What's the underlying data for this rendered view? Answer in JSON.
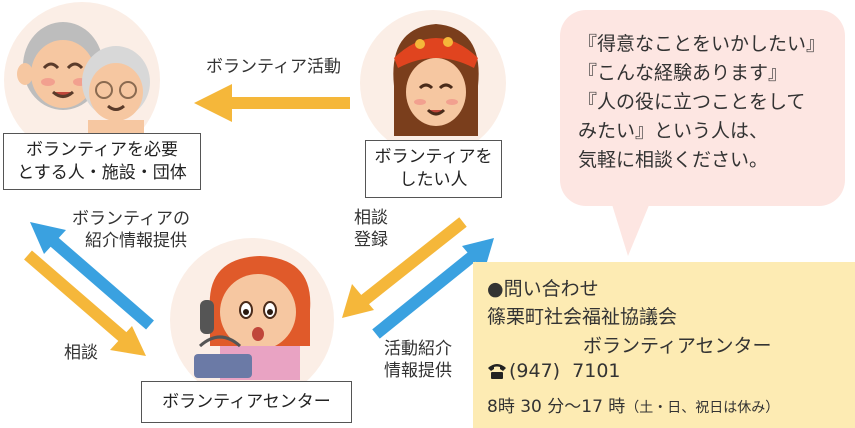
{
  "colors": {
    "orange_arrow": "#f5b73a",
    "blue_arrow": "#3aa1e0",
    "bubble": "#fde6e2",
    "info_bg": "#fdebb3",
    "circle": "#fbeee6"
  },
  "nodes": {
    "needs_box": [
      "ボランティアを必要",
      "とする人・施設・団体"
    ],
    "want_box": [
      "ボランティアを",
      "したい人"
    ],
    "center_box": "ボランティアセンター"
  },
  "labels": {
    "activity": "ボランティア活動",
    "intro_info": [
      "ボランティアの",
      "紹介情報提供"
    ],
    "consult_left": "相談",
    "consult_register": [
      "相談",
      "登録"
    ],
    "activity_intro": [
      "活動紹介",
      "情報提供"
    ]
  },
  "bubble": {
    "lines": [
      "『得意なことをいかしたい』",
      "『こんな経験あります』",
      "『人の役に立つことをして",
      "みたい』という人は、",
      "気軽に相談ください。"
    ]
  },
  "contact": {
    "heading": "●問い合わせ",
    "org": "篠栗町社会福祉協議会",
    "dept": "ボランティアセンター",
    "phone_icon": "phone-icon",
    "phone": "(947)  7101",
    "hours": "8時 30 分～17 時",
    "hours_note": "（土・日、祝日は休み）"
  },
  "icons": [
    "elderly-couple-icon",
    "volunteer-girl-icon",
    "receptionist-icon"
  ]
}
